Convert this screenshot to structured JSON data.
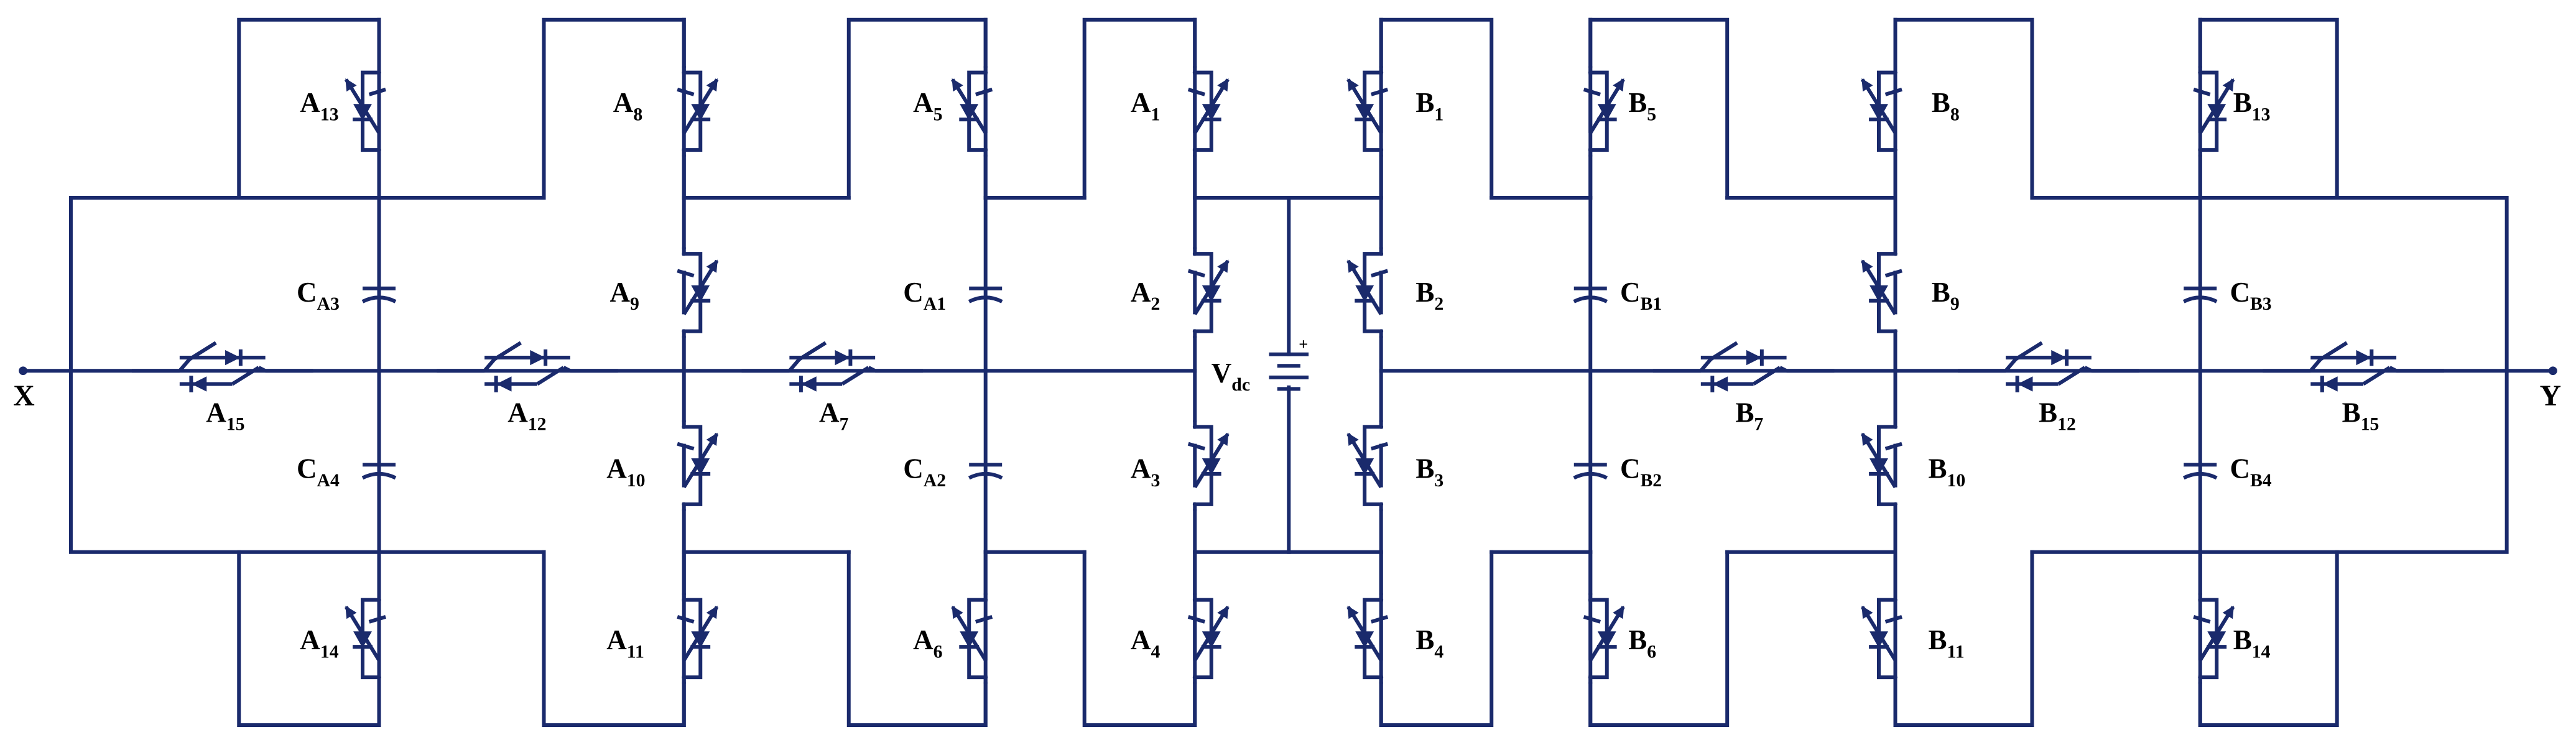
{
  "colors": {
    "wire": "#1a2a6c",
    "text": "#000000",
    "background": "#ffffff"
  },
  "terminals": {
    "left": "X",
    "right": "Y"
  },
  "source": {
    "main": "V",
    "sub": "dc",
    "plus": "+"
  },
  "switches": {
    "A13": {
      "main": "A",
      "sub": "13"
    },
    "A14": {
      "main": "A",
      "sub": "14"
    },
    "A8": {
      "main": "A",
      "sub": "8"
    },
    "A9": {
      "main": "A",
      "sub": "9"
    },
    "A10": {
      "main": "A",
      "sub": "10"
    },
    "A11": {
      "main": "A",
      "sub": "11"
    },
    "A5": {
      "main": "A",
      "sub": "5"
    },
    "A6": {
      "main": "A",
      "sub": "6"
    },
    "A1": {
      "main": "A",
      "sub": "1"
    },
    "A2": {
      "main": "A",
      "sub": "2"
    },
    "A3": {
      "main": "A",
      "sub": "3"
    },
    "A4": {
      "main": "A",
      "sub": "4"
    },
    "B1": {
      "main": "B",
      "sub": "1"
    },
    "B2": {
      "main": "B",
      "sub": "2"
    },
    "B3": {
      "main": "B",
      "sub": "3"
    },
    "B4": {
      "main": "B",
      "sub": "4"
    },
    "B5": {
      "main": "B",
      "sub": "5"
    },
    "B6": {
      "main": "B",
      "sub": "6"
    },
    "B8": {
      "main": "B",
      "sub": "8"
    },
    "B9": {
      "main": "B",
      "sub": "9"
    },
    "B10": {
      "main": "B",
      "sub": "10"
    },
    "B11": {
      "main": "B",
      "sub": "11"
    },
    "B13": {
      "main": "B",
      "sub": "13"
    },
    "B14": {
      "main": "B",
      "sub": "14"
    },
    "A15": {
      "main": "A",
      "sub": "15"
    },
    "A12": {
      "main": "A",
      "sub": "12"
    },
    "A7": {
      "main": "A",
      "sub": "7"
    },
    "B7": {
      "main": "B",
      "sub": "7"
    },
    "B12": {
      "main": "B",
      "sub": "12"
    },
    "B15": {
      "main": "B",
      "sub": "15"
    }
  },
  "capacitors": {
    "CA3": {
      "main": "C",
      "sub": "A3"
    },
    "CA4": {
      "main": "C",
      "sub": "A4"
    },
    "CA1": {
      "main": "C",
      "sub": "A1"
    },
    "CA2": {
      "main": "C",
      "sub": "A2"
    },
    "CB1": {
      "main": "C",
      "sub": "B1"
    },
    "CB2": {
      "main": "C",
      "sub": "B2"
    },
    "CB3": {
      "main": "C",
      "sub": "B3"
    },
    "CB4": {
      "main": "C",
      "sub": "B4"
    }
  }
}
